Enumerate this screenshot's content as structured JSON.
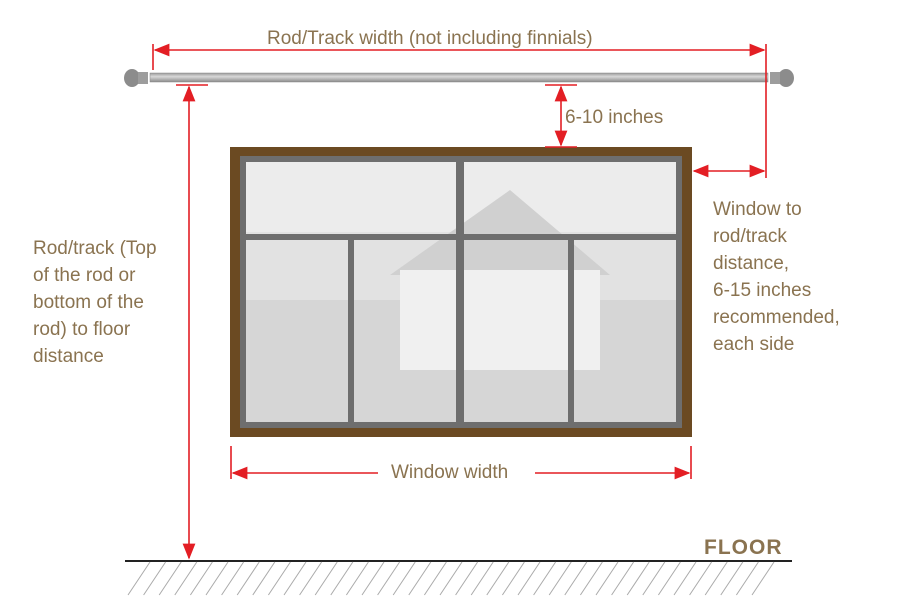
{
  "labels": {
    "rod_width": "Rod/Track width (not including finnials)",
    "clearance": "6-10 inches",
    "side_distance": [
      "Window to",
      "rod/track",
      "distance,",
      "6-15 inches",
      "recommended,",
      "each side"
    ],
    "floor_distance": [
      "Rod/track (Top",
      "of the rod or",
      "bottom of the",
      "rod) to floor",
      "distance"
    ],
    "window_width": "Window width",
    "floor": "FLOOR"
  },
  "colors": {
    "dimension": "#e31e24",
    "text": "#8a7350",
    "frame": "#6b4a22"
  }
}
